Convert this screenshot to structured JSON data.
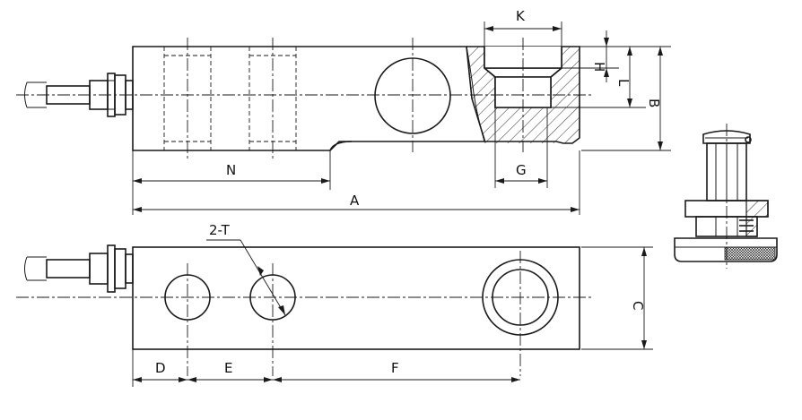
{
  "labels": {
    "K": "K",
    "H": "H",
    "L": "L",
    "B": "B",
    "N": "N",
    "G": "G",
    "A": "A",
    "T": "2-T",
    "C": "C",
    "D": "D",
    "E": "E",
    "F": "F"
  },
  "colors": {
    "line": "#1a1a1a",
    "background": "#ffffff"
  }
}
